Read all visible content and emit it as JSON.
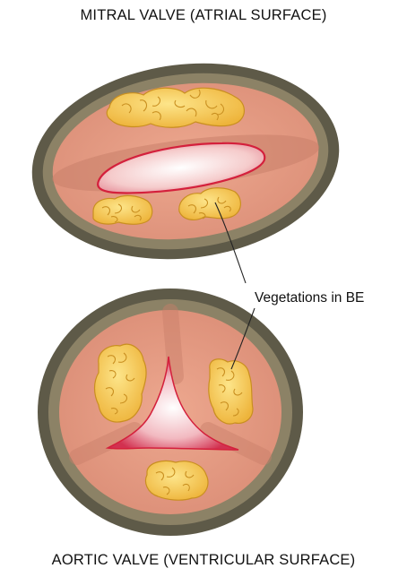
{
  "labels": {
    "top_title": "MITRAL VALVE (ATRIAL SURFACE)",
    "callout": "Vegetations in BE",
    "bottom_title": "AORTIC VALVE (VENTRICULAR SURFACE)"
  },
  "colors": {
    "ring_outer": "#5e5a48",
    "ring_inner": "#8c8266",
    "tissue": "#e8a088",
    "tissue_shadow": "#c97f6a",
    "orifice_edge": "#d4203c",
    "orifice_fill": "#f7d3d3",
    "vegetation": "#f2c44e",
    "vegetation_edge": "#c98f20"
  },
  "icons": {
    "mitral_valve": "mitral-valve-illustration",
    "aortic_valve": "aortic-valve-illustration",
    "vegetation": "vegetation-blob"
  }
}
